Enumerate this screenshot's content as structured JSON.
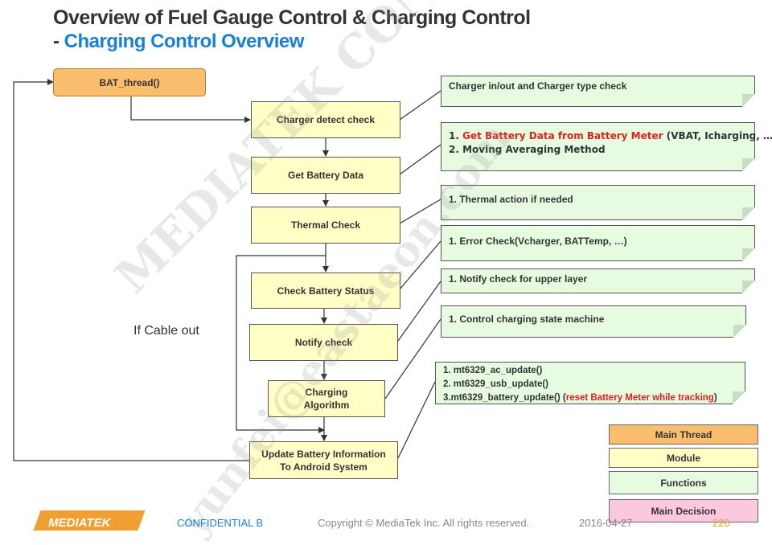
{
  "title": {
    "line1": "Overview of Fuel Gauge Control & Charging Control",
    "line2_dash": "- ",
    "line2_text": "Charging Control Overview"
  },
  "main_thread": {
    "label": "BAT_thread()"
  },
  "modules": [
    {
      "label": "Charger detect check"
    },
    {
      "label": "Get Battery Data"
    },
    {
      "label": "Thermal Check"
    },
    {
      "label": "Check Battery Status"
    },
    {
      "label": "Notify check"
    },
    {
      "label_line1": "Charging",
      "label_line2": "Algorithm"
    },
    {
      "label_line1": "Update Battery Information",
      "label_line2": "To Android System"
    }
  ],
  "functions": {
    "charger_detect": "Charger  in/out and Charger type check",
    "battery_data": {
      "line1_prefix": "1. ",
      "line1_red": "Get Battery Data from Battery Meter",
      "line1_suffix": " (VBAT, Icharging, …)",
      "line2": "2. Moving Averaging Method"
    },
    "thermal": "1. Thermal action if needed",
    "status": "1. Error Check(Vcharger, BATTemp, …)",
    "notify": "1. Notify check for upper layer",
    "charging": "1. Control charging state machine",
    "update": {
      "line1": "1. mt6329_ac_update()",
      "line2": "2. mt6329_usb_update()",
      "line3_prefix": "3.mt6329_battery_update() (",
      "line3_red": "reset Battery Meter while tracking",
      "line3_suffix": ")"
    }
  },
  "side_label": "If Cable out",
  "legend": [
    {
      "label": "Main Thread",
      "color": "#fbbd6e"
    },
    {
      "label": "Module",
      "color": "#ffffc6"
    },
    {
      "label": "Functions",
      "color": "#e6fbe0"
    },
    {
      "label": "Main Decision",
      "color": "#fcc8e0"
    }
  ],
  "watermark": {
    "line1": "MEDIATEK CONFIDENTIAL FOR USE",
    "line2": "yunfei@eastaeon.com"
  },
  "footer": {
    "logo": "MEDIATEK",
    "confidential": "CONFIDENTIAL B",
    "copyright": "Copyright © MediaTek Inc. All rights reserved.",
    "date": "2016-04-27",
    "page": "226"
  }
}
